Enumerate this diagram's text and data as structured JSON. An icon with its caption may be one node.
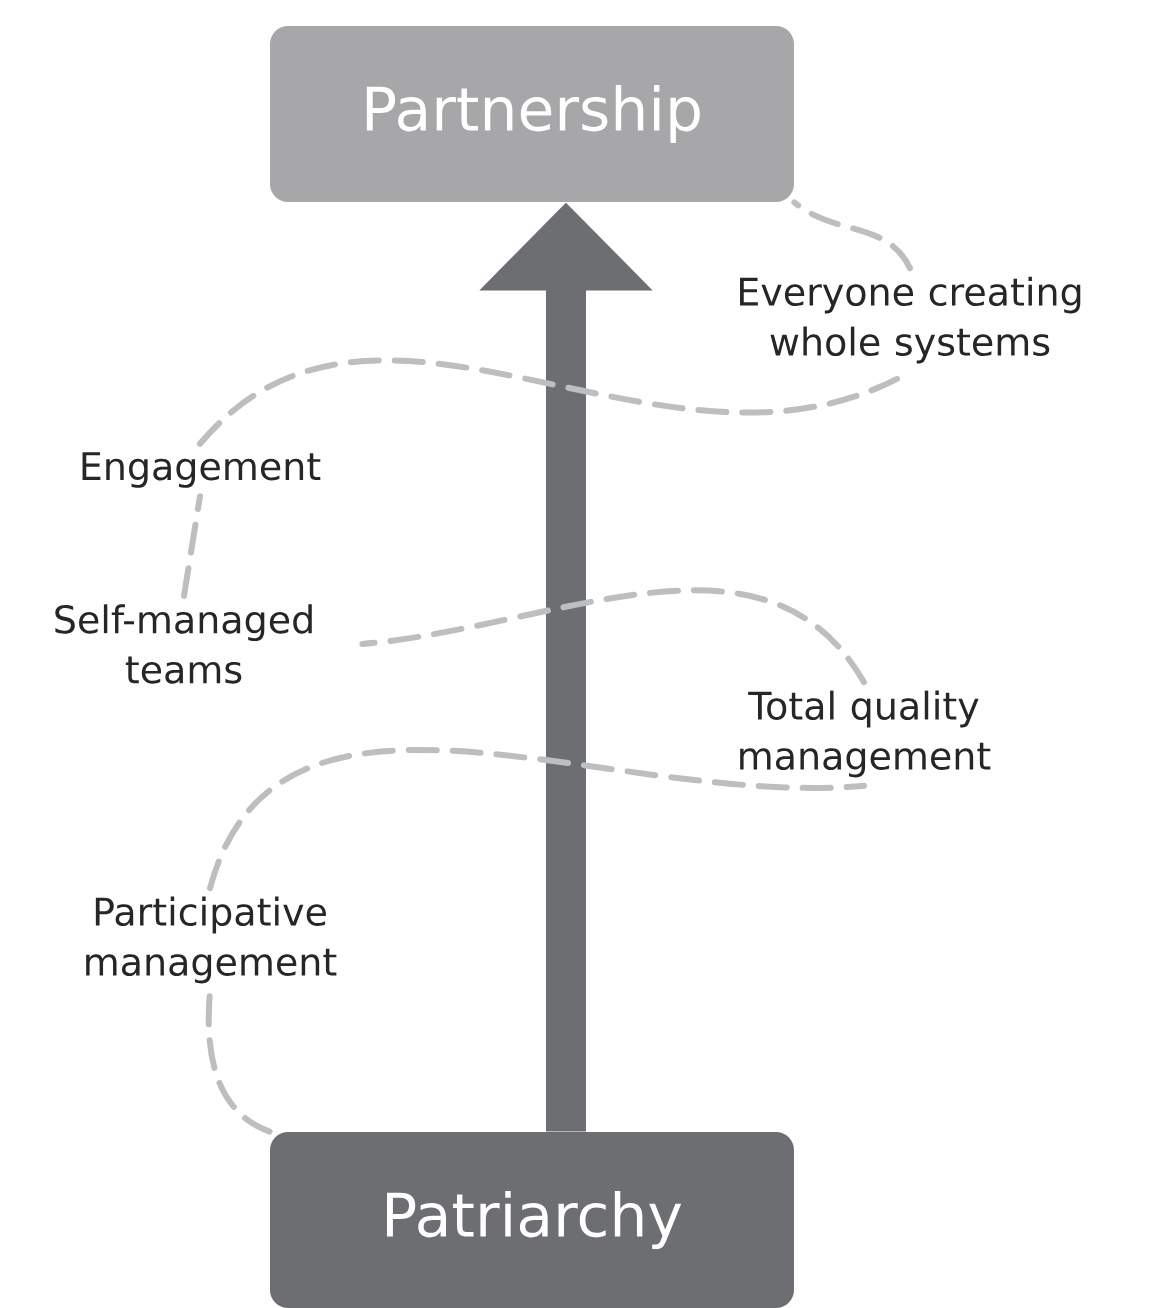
{
  "diagram": {
    "nodes": [
      {
        "text": [
          "Partnership"
        ]
      },
      {
        "text": [
          "Patriarchy"
        ]
      },
      {
        "text": [
          "Everyone creating whole systems"
        ]
      },
      {
        "text": [
          "Engagement"
        ]
      },
      {
        "text": [
          "Self-managed teams"
        ]
      },
      {
        "text": [
          "Total quality management"
        ]
      },
      {
        "text": [
          "Participative management"
        ]
      }
    ],
    "edges": [
      {
        "from": 1,
        "to": 0,
        "arrow": "to",
        "style": "thick",
        "color": "#6d6e71"
      },
      {
        "from": 1,
        "to": 6,
        "arrow": "none",
        "style": "dashed"
      },
      {
        "from": 6,
        "to": 5,
        "arrow": "none",
        "style": "dashed"
      },
      {
        "from": 5,
        "to": 4,
        "arrow": "none",
        "style": "dashed"
      },
      {
        "from": 4,
        "to": 3,
        "arrow": "none",
        "style": "dashed"
      },
      {
        "from": 3,
        "to": 2,
        "arrow": "none",
        "style": "dashed"
      },
      {
        "from": 2,
        "to": 0,
        "arrow": "none",
        "style": "dashed"
      }
    ]
  }
}
